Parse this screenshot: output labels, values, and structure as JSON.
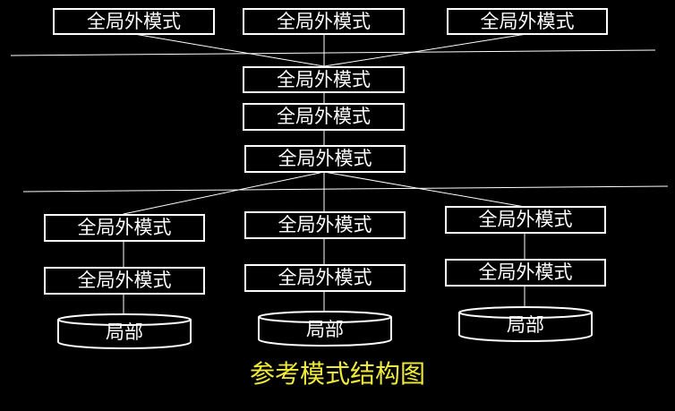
{
  "colors": {
    "background": "#000000",
    "stroke": "#ffffff",
    "caption": "#f0ea3a"
  },
  "diagram": {
    "top_external": [
      {
        "label": "全局外模式"
      },
      {
        "label": "全局外模式"
      },
      {
        "label": "全局外模式"
      }
    ],
    "middle_stack": [
      {
        "label": "全局外模式"
      },
      {
        "label": "全局外模式"
      },
      {
        "label": "全局外模式"
      }
    ],
    "sites": [
      {
        "upper": "全局外模式",
        "lower": "全局外模式",
        "db": "局部"
      },
      {
        "upper": "全局外模式",
        "lower": "全局外模式",
        "db": "局部"
      },
      {
        "upper": "全局外模式",
        "lower": "全局外模式",
        "db": "局部"
      }
    ],
    "caption": "参考模式结构图"
  }
}
